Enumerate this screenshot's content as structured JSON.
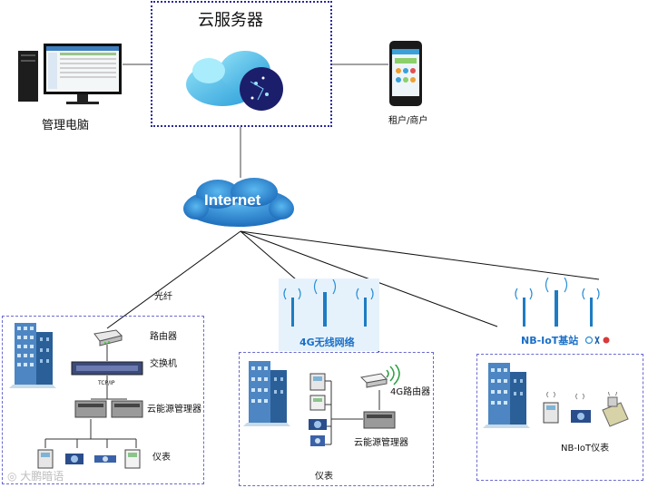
{
  "cloud_server": {
    "title": "云服务器"
  },
  "admin_pc": {
    "label": "管理电脑"
  },
  "mobile_user": {
    "label": "租户/商户"
  },
  "internet": {
    "label": "Internet"
  },
  "left_branch": {
    "link_label": "光纤",
    "router_label": "路由器",
    "switch_label": "交换机",
    "tcpip_label": "TCP/IP",
    "edge_manager_label": "云能源管理器",
    "meters_label": "仪表"
  },
  "middle_branch": {
    "network_label": "4G无线网络",
    "router_label": "4G路由器",
    "edge_manager_label": "云能源管理器",
    "meters_label": "仪表"
  },
  "right_branch": {
    "network_label": "NB-IoT基站",
    "meters_label": "NB-IoT仪表"
  },
  "watermark": {
    "text": "大鹏暗语"
  },
  "colors": {
    "accent_blue": "#1a6fc7",
    "frame_blue": "#2a2a9c",
    "dash_blue": "#6a6ad0"
  }
}
